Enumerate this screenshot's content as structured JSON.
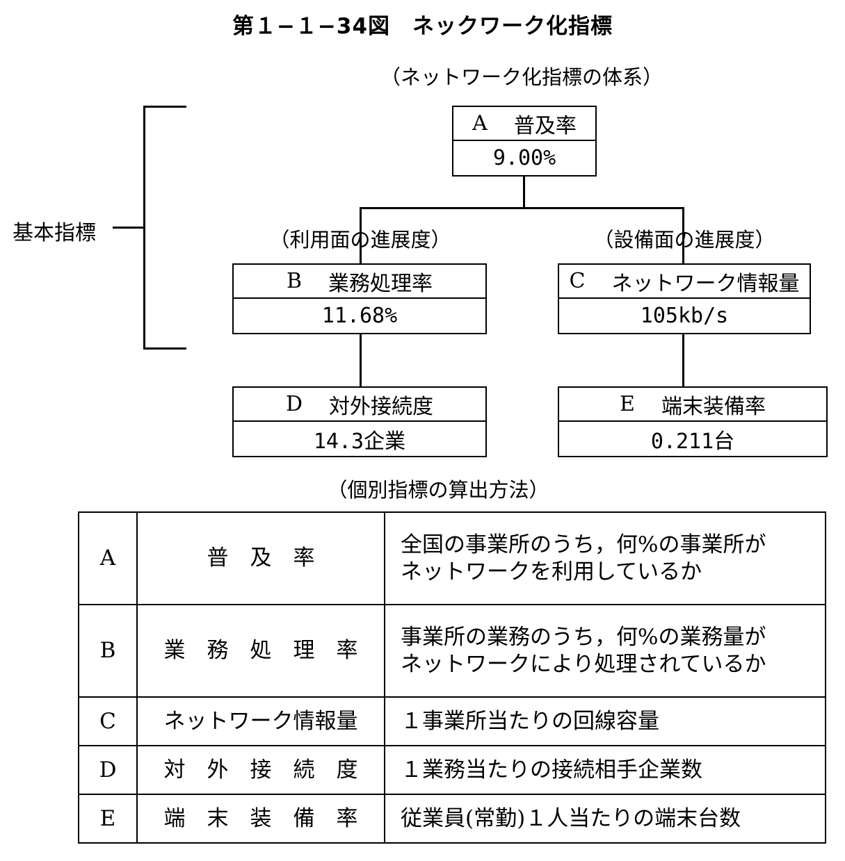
{
  "title": "第１−１−34図　ネックワーク化指標",
  "system_heading": "（ネットワーク化指標の体系）",
  "basic_label": "基本指標",
  "usage_heading": "（利用面の進展度）",
  "facility_heading": "（設備面の進展度）",
  "nodes": {
    "A": {
      "letter": "A",
      "name": "普及率",
      "value": "9.00%"
    },
    "B": {
      "letter": "B",
      "name": "業務処理率",
      "value": "11.68%"
    },
    "C": {
      "letter": "C",
      "name": "ネットワーク情報量",
      "value": "105kb/s"
    },
    "D": {
      "letter": "D",
      "name": "対外接続度",
      "value": "14.3企業"
    },
    "E": {
      "letter": "E",
      "name": "端末装備率",
      "value": "0.211台"
    }
  },
  "method_heading": "（個別指標の算出方法）",
  "methods": [
    {
      "letter": "A",
      "name": "普　及　率",
      "desc1": "全国の事業所のうち，何%の事業所が",
      "desc2": "ネットワークを利用しているか"
    },
    {
      "letter": "B",
      "name": "業　務　処　理　率",
      "desc1": "事業所の業務のうち，何%の業務量が",
      "desc2": "ネットワークにより処理されているか"
    },
    {
      "letter": "C",
      "name": "ネットワーク情報量",
      "desc1": "１事業所当たりの回線容量",
      "desc2": ""
    },
    {
      "letter": "D",
      "name": "対　外　接　続　度",
      "desc1": "１業務当たりの接続相手企業数",
      "desc2": ""
    },
    {
      "letter": "E",
      "name": "端　末　装　備　率",
      "desc1": "従業員(常勤)１人当たりの端末台数",
      "desc2": ""
    }
  ]
}
